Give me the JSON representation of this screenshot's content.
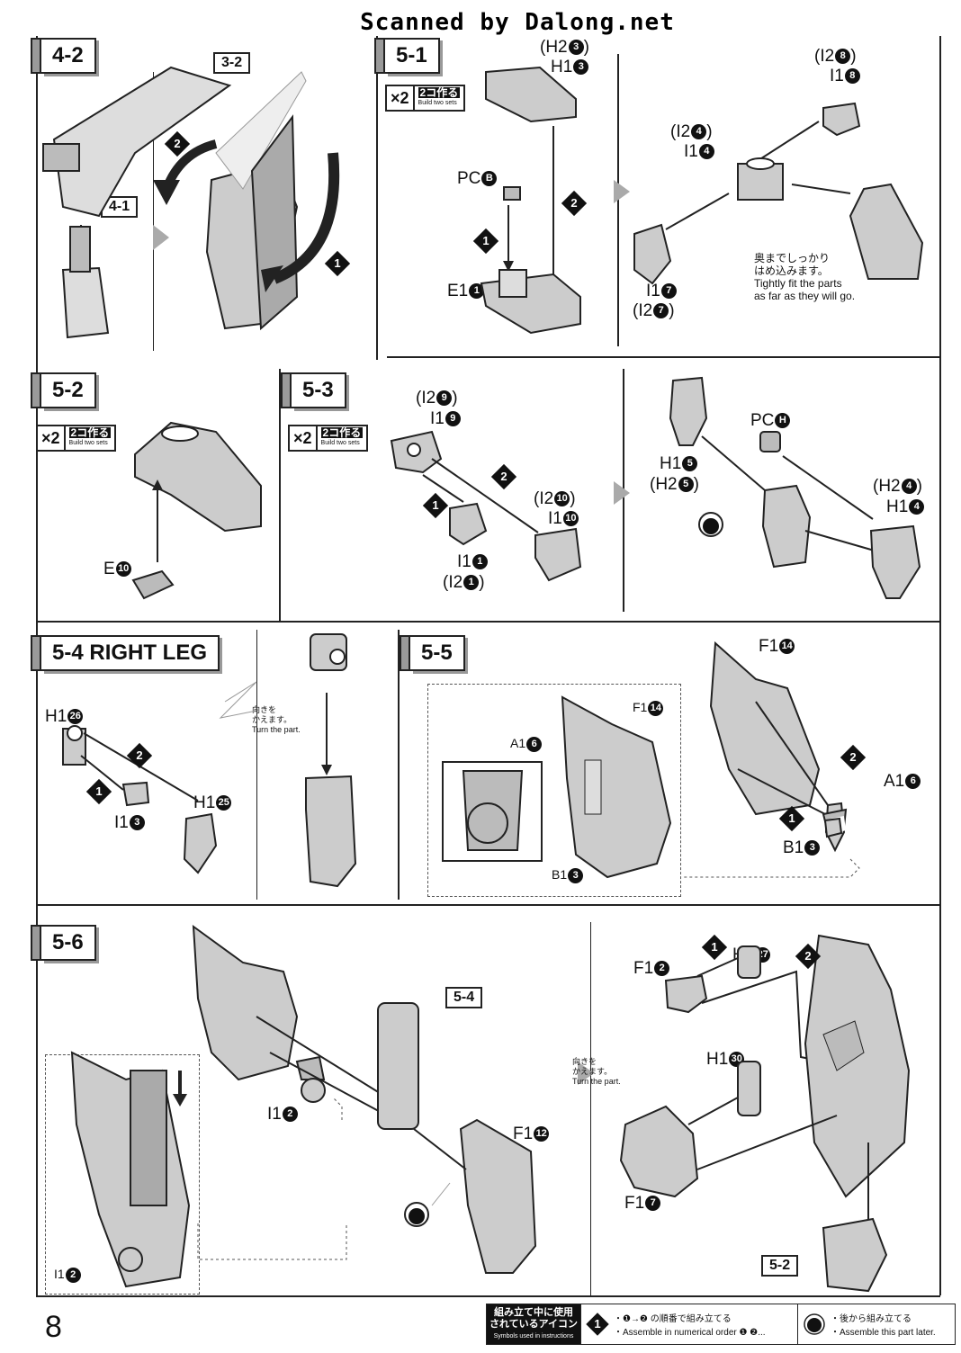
{
  "watermark": "Scanned by Dalong.net",
  "page_number": "8",
  "steps": {
    "s42": {
      "label": "4-2",
      "ref_a": "3-2",
      "ref_b": "4-1",
      "seq1": "1",
      "seq2": "2"
    },
    "s51": {
      "label": "5-1",
      "x2_mult": "×2",
      "x2_jp": "2コ作る",
      "x2_en": "Build two sets",
      "top_a": "(H2",
      "top_a_n": "3",
      "top_a_end": ")",
      "top_b": "H1",
      "top_b_n": "3",
      "pc": "PC",
      "pc_n": "B",
      "e": "E1",
      "e_n": "1",
      "seq1": "1",
      "seq2": "2"
    },
    "s51b": {
      "l1": "(I2",
      "l1_n": "8",
      "l1_end": ")",
      "l2": "I1",
      "l2_n": "8",
      "l3": "(I2",
      "l3_n": "4",
      "l3_end": ")",
      "l4": "I1",
      "l4_n": "4",
      "l5": "I1",
      "l5_n": "7",
      "l6": "(I2",
      "l6_n": "7",
      "l6_end": ")",
      "note_jp1": "奥までしっかり",
      "note_jp2": "はめ込みます。",
      "note_en1": "Tightly fit the parts",
      "note_en2": "as far as they will go."
    },
    "s52": {
      "label": "5-2",
      "x2_mult": "×2",
      "x2_jp": "2コ作る",
      "x2_en": "Build two sets",
      "e": "E",
      "e_n": "10"
    },
    "s53": {
      "label": "5-3",
      "x2_mult": "×2",
      "x2_jp": "2コ作る",
      "x2_en": "Build two sets",
      "l1": "(I2",
      "l1_n": "9",
      "l1_end": ")",
      "l2": "I1",
      "l2_n": "9",
      "l3": "(I2",
      "l3_n": "10",
      "l3_end": ")",
      "l4": "I1",
      "l4_n": "10",
      "l5": "I1",
      "l5_n": "1",
      "l6": "(I2",
      "l6_n": "1",
      "l6_end": ")",
      "seq1": "1",
      "seq2": "2"
    },
    "s53b": {
      "pc": "PC",
      "pc_n": "H",
      "l1": "H1",
      "l1_n": "5",
      "l2": "(H2",
      "l2_n": "5",
      "l2_end": ")",
      "l3": "(H2",
      "l3_n": "4",
      "l3_end": ")",
      "l4": "H1",
      "l4_n": "4"
    },
    "s54": {
      "label": "5-4 RIGHT LEG",
      "l1": "H1",
      "l1_n": "26",
      "l2": "I1",
      "l2_n": "3",
      "l3": "H1",
      "l3_n": "25",
      "turn_jp1": "向きを",
      "turn_jp2": "かえます。",
      "turn_en": "Turn the part.",
      "seq1": "1",
      "seq2": "2"
    },
    "s55": {
      "label": "5-5",
      "d1": "F1",
      "d1_n": "14",
      "d2": "A1",
      "d2_n": "6",
      "d3": "B1",
      "d3_n": "3",
      "l1": "F1",
      "l1_n": "14",
      "l2": "A1",
      "l2_n": "6",
      "l3": "B1",
      "l3_n": "3",
      "seq1": "1",
      "seq2": "2"
    },
    "s56": {
      "label": "5-6",
      "ref": "5-4",
      "l1": "I1",
      "l1_n": "2",
      "l2": "F1",
      "l2_n": "12",
      "d1": "I1",
      "d1_n": "2"
    },
    "s56b": {
      "l1": "H1",
      "l1_n": "27",
      "l2": "F1",
      "l2_n": "2",
      "l3": "H1",
      "l3_n": "30",
      "l4": "F1",
      "l4_n": "7",
      "ref": "5-2",
      "turn_jp1": "向きを",
      "turn_jp2": "かえます。",
      "turn_en": "Turn the part.",
      "seq1": "1",
      "seq2": "2"
    }
  },
  "legend": {
    "head_jp1": "組み立て中に使用",
    "head_jp2": "されているアイコン",
    "head_en": "Symbols used in instructions",
    "c1_sym": "1",
    "c1_jp": "・❶→❷ の順番で組み立てる",
    "c1_en": "・Assemble in numerical order ❶ ❷...",
    "c2_jp": "・後から組み立てる",
    "c2_en": "・Assemble this part later."
  }
}
